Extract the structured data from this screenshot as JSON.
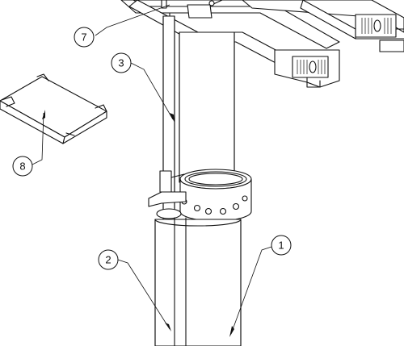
{
  "callouts": [
    {
      "id": "c7",
      "label": "7"
    },
    {
      "id": "c3",
      "label": "3"
    },
    {
      "id": "c8",
      "label": "8"
    },
    {
      "id": "c2",
      "label": "2"
    },
    {
      "id": "c1",
      "label": "1"
    }
  ]
}
